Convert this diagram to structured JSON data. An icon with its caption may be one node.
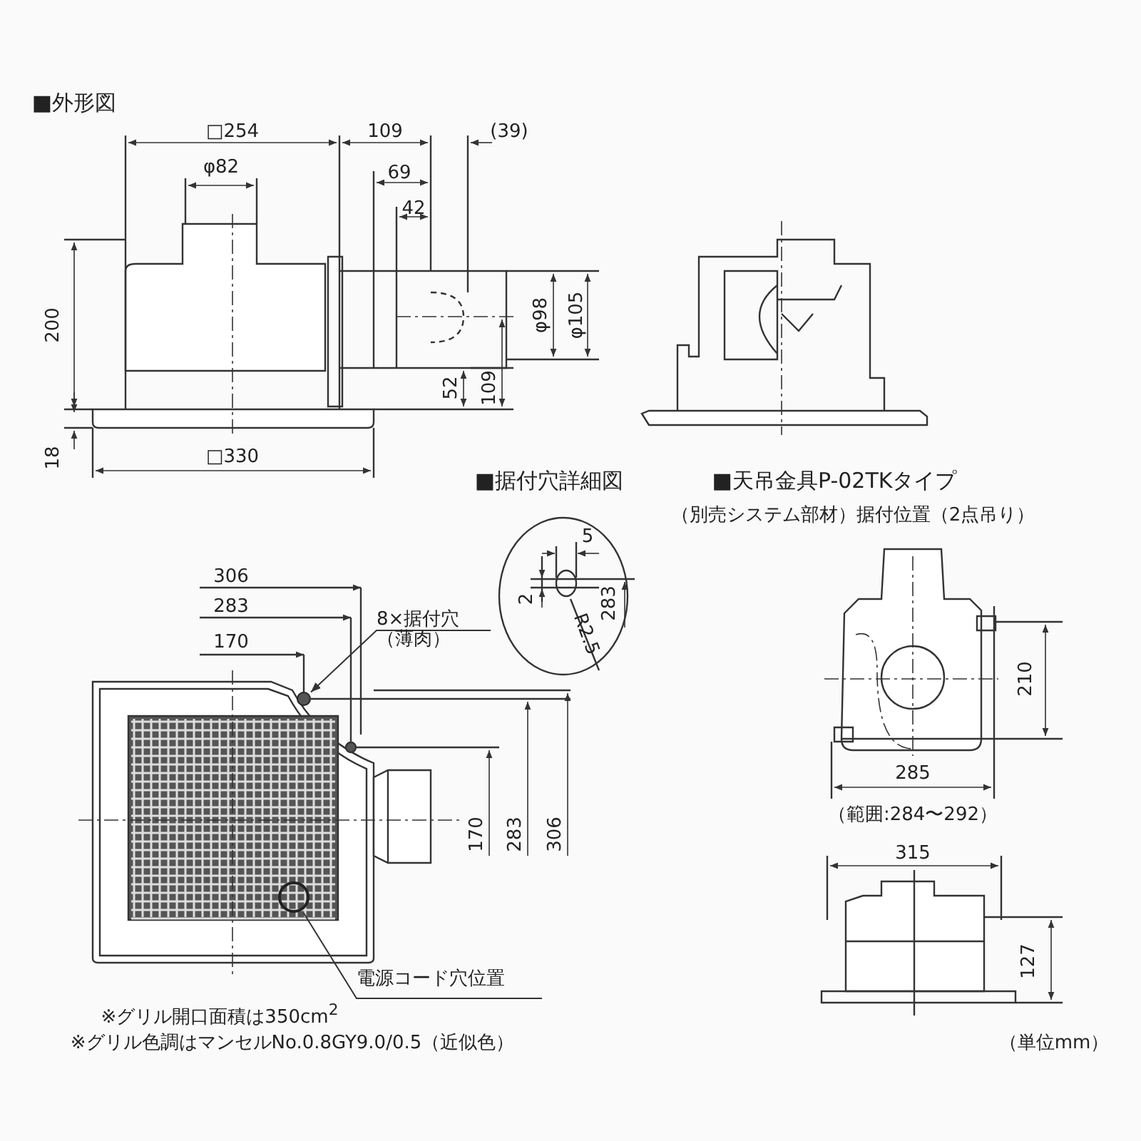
{
  "diagram": {
    "title": "■外形図",
    "nodes": [
      {
        "text": [
          "8×据付穴",
          "（薄肉）"
        ]
      },
      {
        "text": [],
        "shape": "circle"
      },
      {
        "text": [
          "電源コード穴位置"
        ]
      },
      {
        "text": [],
        "shape": "circle"
      }
    ],
    "edges": [
      {
        "from": 0,
        "to": 1,
        "arrow": "to"
      },
      {
        "from": 2,
        "to": 3,
        "arrow": "none"
      }
    ],
    "labels": [
      "□254",
      "109",
      "(39)",
      "φ82",
      "69",
      "42",
      "200",
      "φ98",
      "φ105",
      "52",
      "109",
      "18",
      "□330",
      "■据付穴詳細図",
      "■天吊金具P-02TKタイプ",
      "（別売システム部材）据付位置（2点吊り）",
      "306",
      "5",
      "283",
      "2",
      "283",
      "R2.5",
      "170",
      "210",
      "170",
      "283",
      "306",
      "285",
      "（範囲:284〜292）",
      "315",
      "127",
      "※グリル開口面積は350cm$^{2}$",
      "※グリル色調はマンセルNo.0.8GY9.0/0.5（近似色）",
      "（単位mm）"
    ]
  }
}
